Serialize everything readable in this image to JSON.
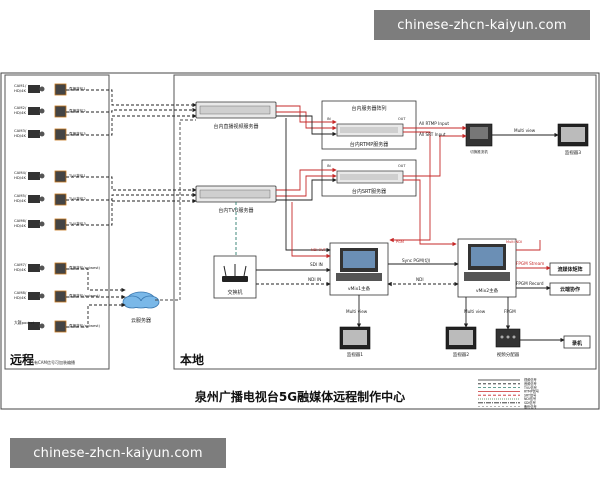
{
  "watermarks": {
    "top": "chinese-zhcn-kaiyun.com",
    "bottom": "chinese-zhcn-kaiyun.com"
  },
  "title": "泉州广播电视台5G融媒体远程制作中心",
  "regions": {
    "remote": "远程",
    "local": "本地"
  },
  "remote_note": "所有CAM信号可加装编播",
  "cams": [
    {
      "name": "CAM1/\nHD/4K",
      "label": "直播背包1"
    },
    {
      "name": "CAM2/\nHD/4K",
      "label": "直播背包2"
    },
    {
      "name": "CAM3/\nHD/4K",
      "label": "直播背包3"
    },
    {
      "name": "CAM4/\nHD/4K",
      "label": "TVU背包1"
    },
    {
      "name": "CAM5/\nHD/4K",
      "label": "TVU背包2"
    },
    {
      "name": "CAM6/\nHD/4K",
      "label": "TVU背包3"
    },
    {
      "name": "CAM7/\nHD/4K",
      "label": "直播背包(aviwest)"
    },
    {
      "name": "CAM8/\nHD/4K",
      "label": "直播背包(aviwest)"
    },
    {
      "name": "大疆pocket",
      "label": "直播背包(aviwest)"
    }
  ],
  "cloud": "云服务器",
  "servers": {
    "srv1": "台内直播视频服务器",
    "srv2": "台内TVU服务器",
    "grp": "台内服务器阵列",
    "rtmp": "台内RTMP服务器",
    "srt": "台内SRT服务器"
  },
  "io_labels": {
    "in": "IN",
    "out": "OUT"
  },
  "switch": "交换机",
  "encoder": "切换推流机",
  "vmix1": "vMix1主备",
  "vmix2": "vMix2主备",
  "monitors": {
    "m1": "监视器1",
    "m2": "监视器2",
    "m3": "监视器3"
  },
  "vda": "视频分配器",
  "recorder": "录机",
  "labels": {
    "rtmp_in": "All RTMP Input",
    "srt_in": "All SRT Input",
    "multiview": "Multi view",
    "sync_pgm": "Sync PGM(切)",
    "ndi": "NDI",
    "sdi_in": "SDI IN",
    "ndi_in": "NDI IN",
    "ndi_out": "NDI OUT",
    "multi_ndi": "Multi NDI",
    "pgm": "PGM",
    "fpgm": "FPGM",
    "fpgm_stream": "FPGM Stream",
    "fpgm_record": "FPGM Record",
    "stream_matrix": "流媒体矩阵",
    "cloud_collab": "云端协作"
  },
  "legend": [
    "视频信号",
    "音频信号",
    "TVU信号",
    "RTMP信号",
    "SRT信号",
    "NDI信号",
    "SDI信号",
    "备份信号"
  ],
  "colors": {
    "red": "#c62828",
    "line": "#222222",
    "teal": "#2e7d6e",
    "green": "#4a7a40"
  }
}
